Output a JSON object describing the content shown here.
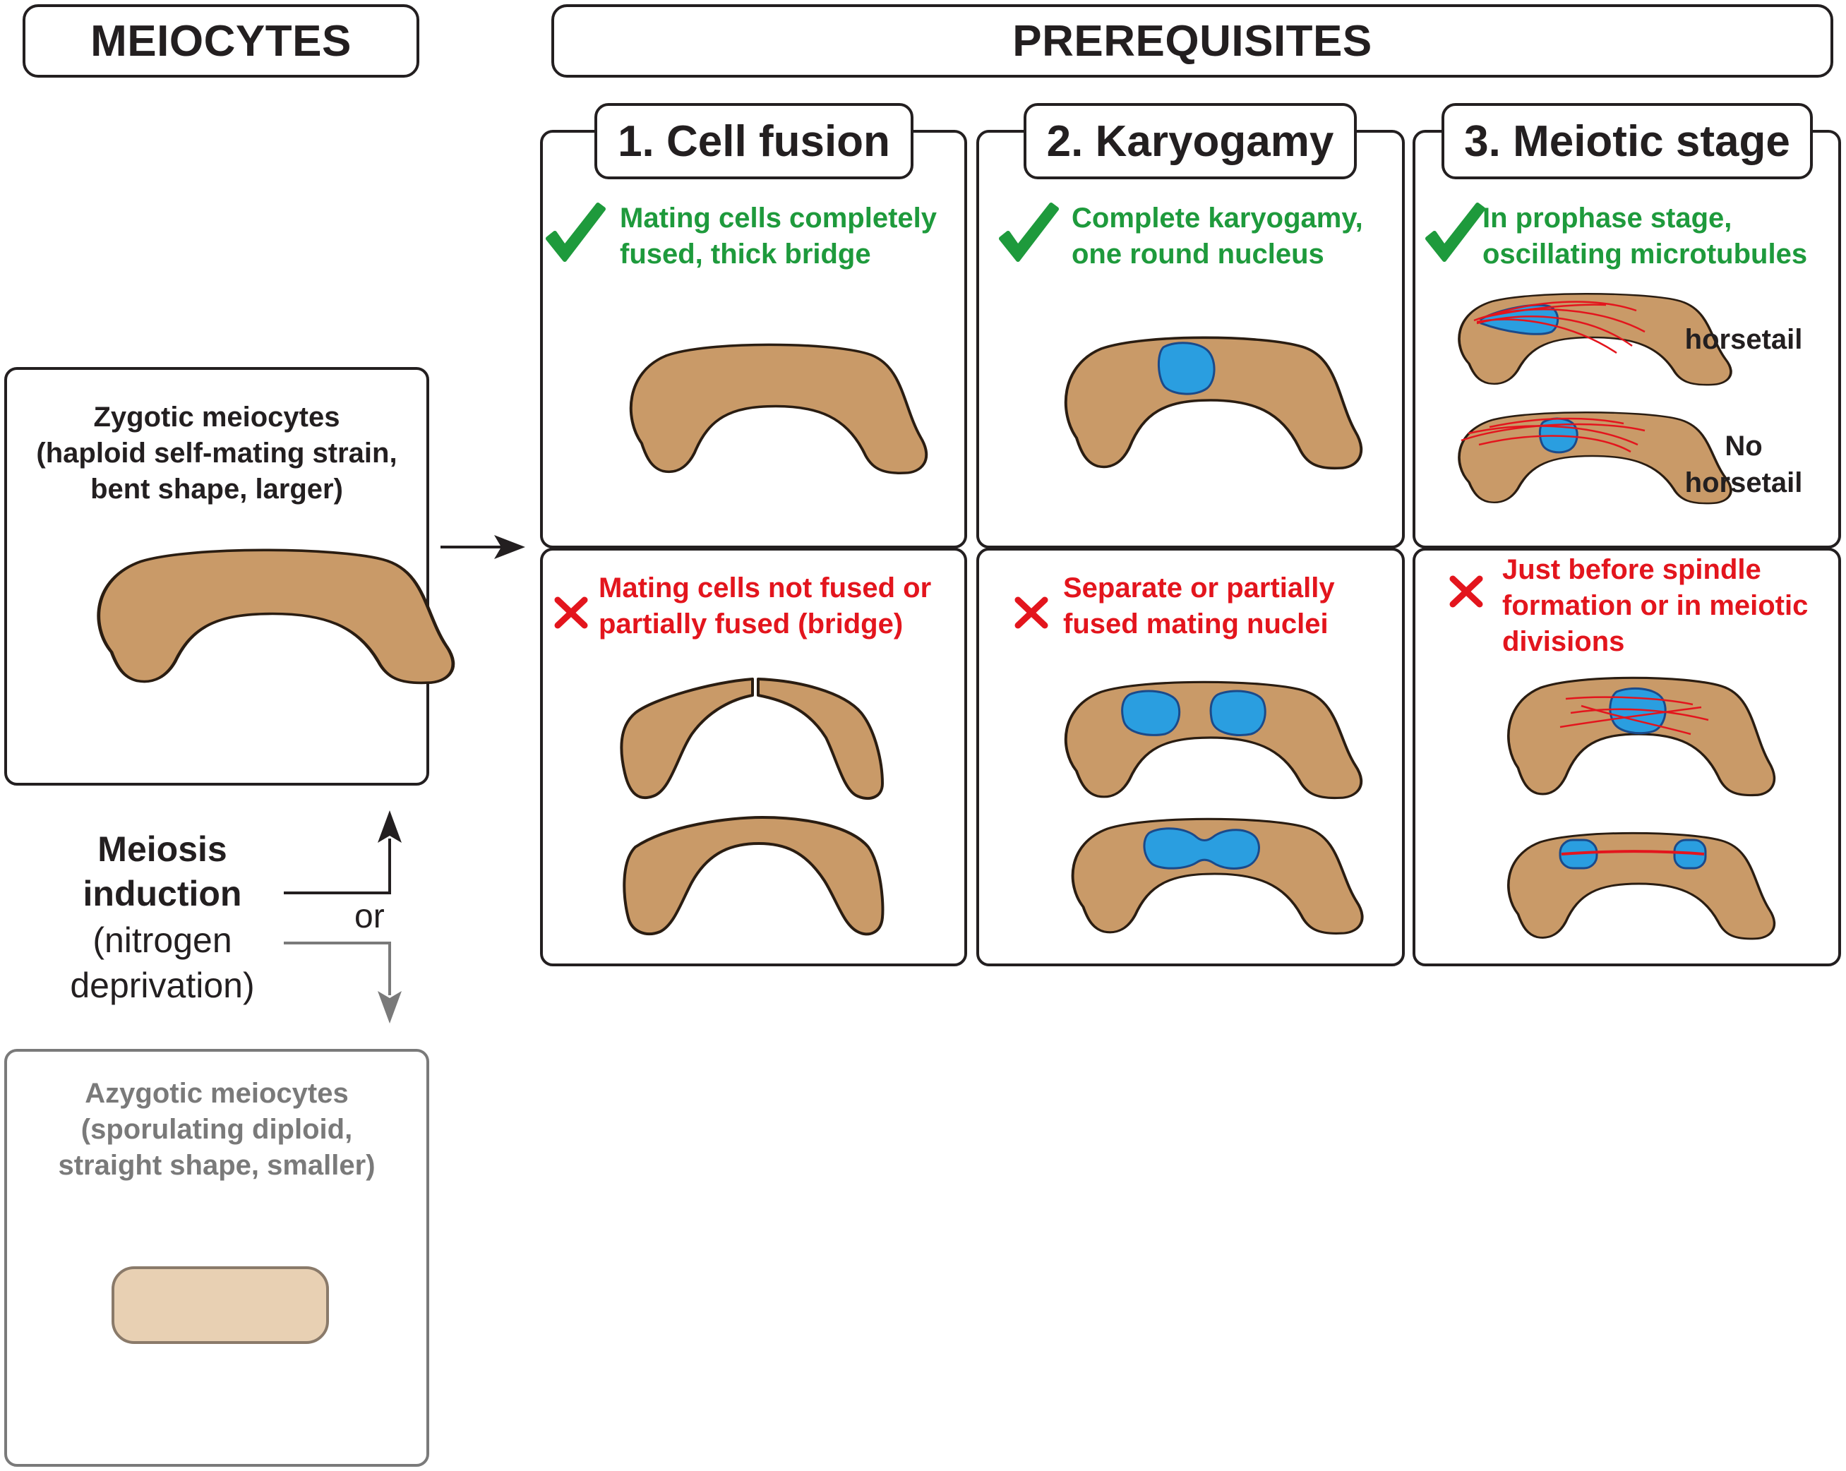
{
  "headers": {
    "meiocytes": "MEIOCYTES",
    "prerequisites": "PREREQUISITES"
  },
  "left": {
    "zygotic_label": "Zygotic meiocytes\n(haploid self-mating strain,\nbent shape, larger)",
    "azygotic_label": "Azygotic meiocytes\n(sporulating diploid,\nstraight shape, smaller)",
    "induction_title": "Meiosis\ninduction",
    "induction_sub": "(nitrogen\ndeprivation)",
    "or_label": "or"
  },
  "columns": [
    {
      "tab": "1. Cell fusion",
      "good": "Mating cells completely\nfused, thick bridge",
      "bad": "Mating cells not fused or\npartially fused (bridge)"
    },
    {
      "tab": "2. Karyogamy",
      "good": "Complete karyogamy,\none round nucleus",
      "bad": "Separate or partially\nfused mating nuclei"
    },
    {
      "tab": "3. Meiotic stage",
      "good": "In prophase stage,\noscillating microtubules",
      "bad": "Just before spindle\nformation or in meiotic\ndivisions",
      "horsetail_label": "horsetail",
      "no_horsetail_label": "No\nhorsetail"
    }
  ],
  "colors": {
    "cell_fill": "#c99a68",
    "cell_fill_light": "#e8d0b3",
    "nucleus": "#2a9ee0",
    "microtubule": "#e3151d",
    "check": "#1e9a3c",
    "cross": "#e3151d"
  },
  "icons": [
    "checkmark-icon",
    "cross-icon",
    "arrow-right-icon",
    "arrow-up-icon",
    "arrow-down-icon"
  ]
}
